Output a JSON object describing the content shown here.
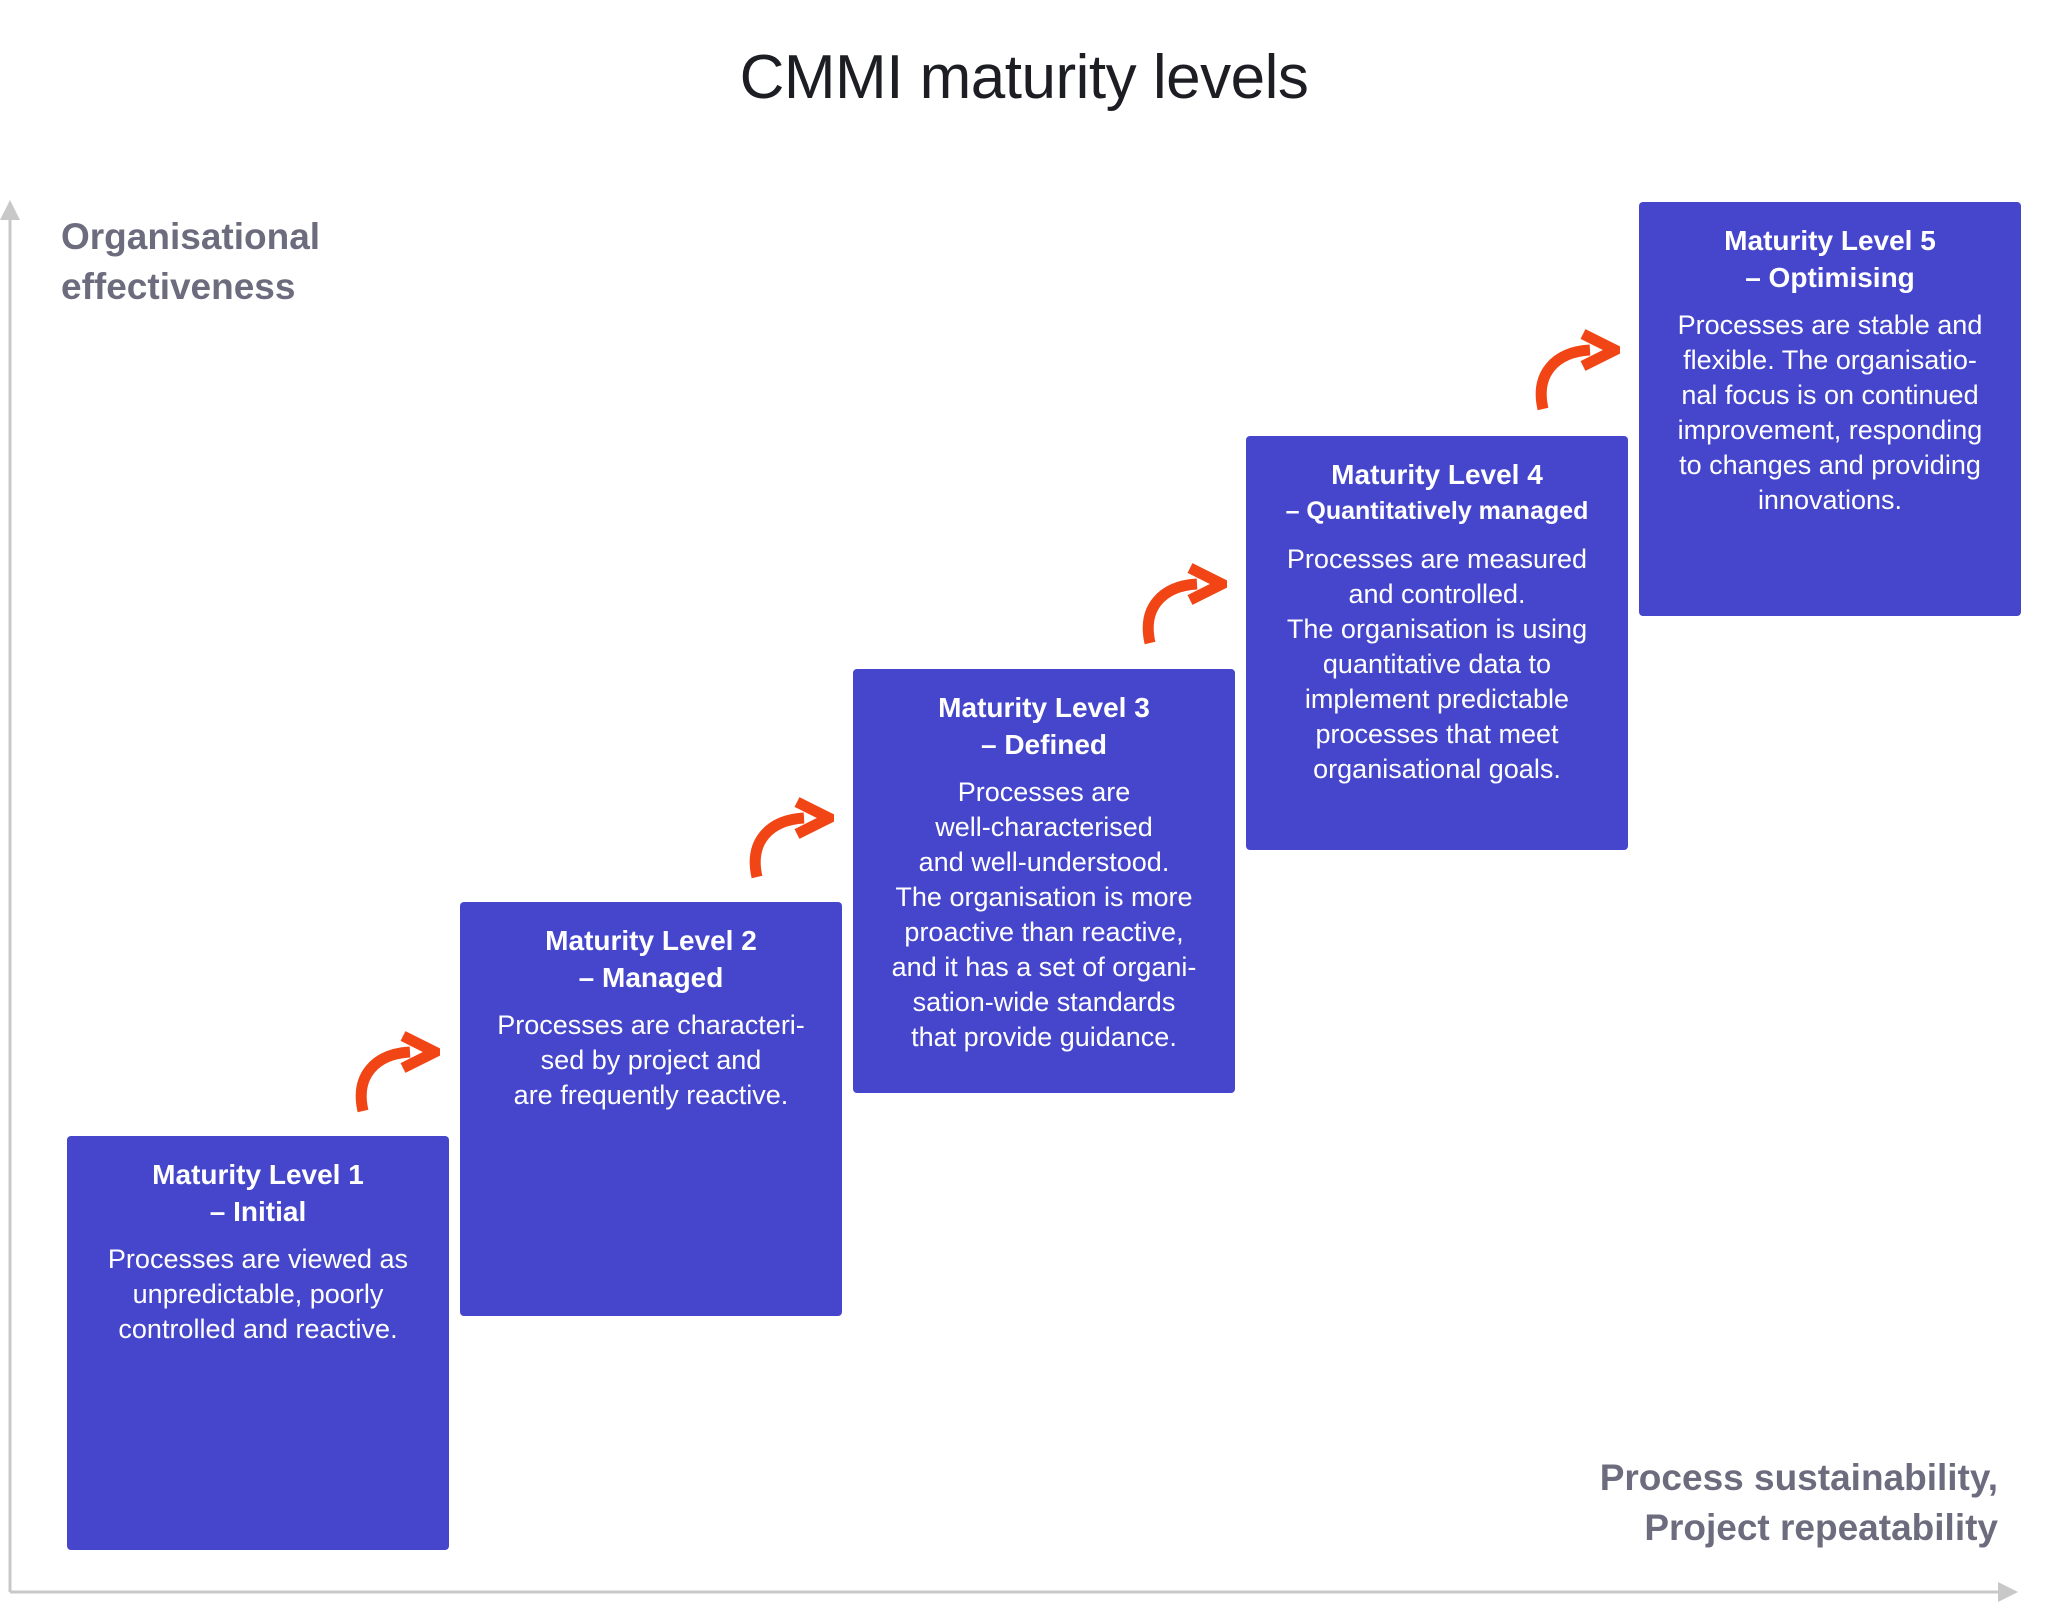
{
  "title": "CMMI maturity levels",
  "axes": {
    "y_label_line1": "Organisational",
    "y_label_line2": "effectiveness",
    "x_label_line1": "Process sustainability,",
    "x_label_line2": "Project repeatability"
  },
  "colors": {
    "box": "#4646cc",
    "arrow": "#f24516",
    "axis": "#c8c8c8",
    "label": "#6c6c7e"
  },
  "levels": [
    {
      "heading": "Maturity Level 1",
      "subheading": "– Initial",
      "description": "Processes are viewed as\nunpredictable, poorly\ncontrolled and reactive."
    },
    {
      "heading": "Maturity Level 2",
      "subheading": "– Managed",
      "description": "Processes are characteri-\nsed by project and\nare frequently reactive."
    },
    {
      "heading": "Maturity Level 3",
      "subheading": "– Defined",
      "description": "Processes are\nwell-characterised\nand well-understood.\nThe organisation is more\nproactive than reactive,\nand it has a set of organi-\nsation-wide standards\nthat provide guidance."
    },
    {
      "heading": "Maturity Level 4",
      "subheading": "– Quantitatively managed",
      "description": "Processes are measured\nand controlled.\nThe organisation is using\nquantitative data to\nimplement predictable\nprocesses that meet\norganisational goals."
    },
    {
      "heading": "Maturity Level 5",
      "subheading": "– Optimising",
      "description": "Processes are stable and\nflexible. The organisatio-\nnal focus is on continued\nimprovement, responding\nto changes and providing\ninnovations."
    }
  ],
  "arrows": [
    {
      "icon": "curved-arrow-icon"
    },
    {
      "icon": "curved-arrow-icon"
    },
    {
      "icon": "curved-arrow-icon"
    },
    {
      "icon": "curved-arrow-icon"
    }
  ]
}
